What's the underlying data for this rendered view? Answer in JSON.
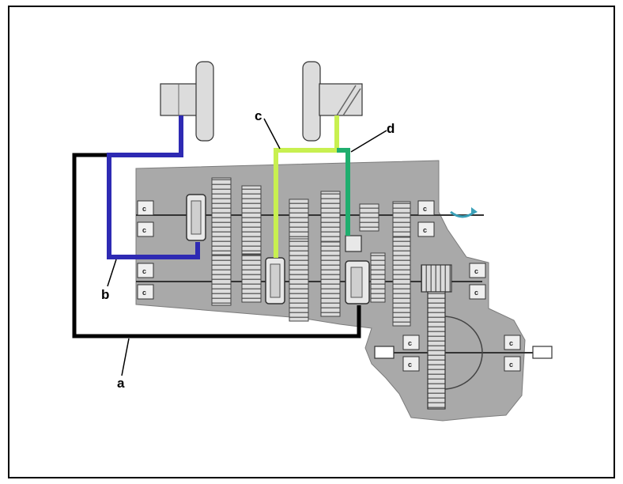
{
  "labels": {
    "a": "a",
    "b": "b",
    "c": "c",
    "d": "d"
  },
  "bearing_mark": "c",
  "colors": {
    "linkage_a": "#000000",
    "linkage_b": "#2e2ab3",
    "linkage_c": "#c8f050",
    "linkage_d": "#1fae6e",
    "housing": "#a9a9a9",
    "gear": "#d9d9d9"
  }
}
